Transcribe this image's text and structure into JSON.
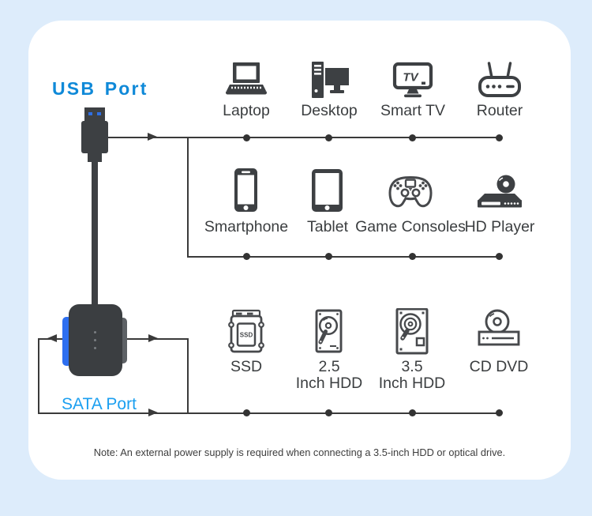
{
  "labels": {
    "usb_port": "USB Port",
    "sata_port": "SATA Port"
  },
  "note": "Note: An external power supply is required when connecting a 3.5-inch HDD or optical drive.",
  "icon_texts": {
    "smart_tv_screen": "TV",
    "ssd_badge": "SSD"
  },
  "colors": {
    "background": "#ddecfb",
    "card": "#ffffff",
    "icon_dark": "#3d4043",
    "line": "#3a3a3a",
    "usb_blue": "#0f89d8",
    "sata_blue": "#1b9ff0",
    "conn_blue": "#2e6ff0"
  },
  "device_rows": {
    "usb_row_1": {
      "items": [
        {
          "label": "Laptop",
          "icon": "laptop-icon"
        },
        {
          "label": "Desktop",
          "icon": "desktop-icon"
        },
        {
          "label": "Smart TV",
          "icon": "smart-tv-icon"
        },
        {
          "label": "Router",
          "icon": "router-icon"
        }
      ]
    },
    "usb_row_2": {
      "items": [
        {
          "label": "Smartphone",
          "icon": "smartphone-icon"
        },
        {
          "label": "Tablet",
          "icon": "tablet-icon"
        },
        {
          "label": "Game Consoles",
          "icon": "game-console-icon"
        },
        {
          "label": "HD Player",
          "icon": "hd-player-icon"
        }
      ]
    },
    "sata_row": {
      "items": [
        {
          "label": "SSD",
          "icon": "ssd-icon"
        },
        {
          "label": "2.5",
          "label2": "Inch HDD",
          "icon": "hdd-2-5-icon"
        },
        {
          "label": "3.5",
          "label2": "Inch HDD",
          "icon": "hdd-3-5-icon"
        },
        {
          "label": "CD DVD",
          "icon": "cd-dvd-icon"
        }
      ]
    }
  }
}
